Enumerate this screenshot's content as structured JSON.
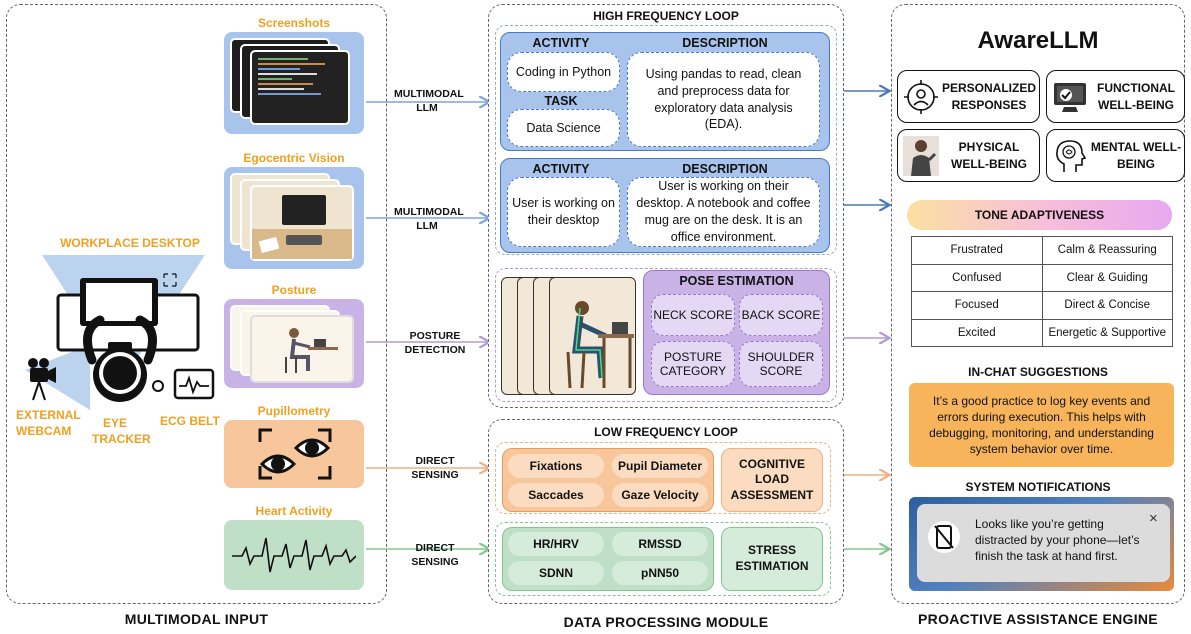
{
  "sections": {
    "input": "MULTIMODAL INPUT",
    "processing": "DATA PROCESSING MODULE",
    "engine": "PROACTIVE ASSISTANCE ENGINE"
  },
  "input": {
    "workplace": "WORKPLACE DESKTOP",
    "webcam": "EXTERNAL WEBCAM",
    "eye_tracker": "EYE TRACKER",
    "ecg": "ECG BELT",
    "cards": {
      "screenshots": "Screenshots",
      "ego": "Egocentric Vision",
      "posture": "Posture",
      "pupil": "Pupillometry",
      "heart": "Heart Activity"
    }
  },
  "arrows": {
    "a1": "MULTIMODAL LLM",
    "a2": "MULTIMODAL LLM",
    "a3": "POSTURE DETECTION",
    "a4": "DIRECT SENSING",
    "a5": "DIRECT SENSING"
  },
  "high_loop": {
    "title": "HIGH FREQUENCY LOOP",
    "box1": {
      "activity_h": "ACTIVITY",
      "desc_h": "DESCRIPTION",
      "activity": "Coding in Python",
      "task_h": "TASK",
      "task": "Data Science",
      "description": "Using pandas to read, clean and preprocess data for exploratory data analysis (EDA)."
    },
    "box2": {
      "activity_h": "ACTIVITY",
      "desc_h": "DESCRIPTION",
      "activity": "User is working on their desktop",
      "description": "User is working on their desktop. A notebook and coffee mug are on the desk. It is an office environment."
    },
    "pose": {
      "title": "POSE ESTIMATION",
      "neck": "NECK SCORE",
      "back": "BACK SCORE",
      "category": "POSTURE CATEGORY",
      "shoulder": "SHOULDER SCORE"
    }
  },
  "low_loop": {
    "title": "LOW FREQUENCY LOOP",
    "eye": {
      "fixations": "Fixations",
      "pupil": "Pupil Diameter",
      "saccades": "Saccades",
      "gaze": "Gaze Velocity",
      "result": "COGNITIVE LOAD ASSESSMENT"
    },
    "heart": {
      "hr": "HR/HRV",
      "rmssd": "RMSSD",
      "sdnn": "SDNN",
      "pnn": "pNN50",
      "result": "STRESS ESTIMATION"
    }
  },
  "engine": {
    "title": "AwareLLM",
    "badges": {
      "personal": "PERSONALIZED RESPONSES",
      "functional": "FUNCTIONAL WELL-BEING",
      "physical": "PHYSICAL WELL-BEING",
      "mental": "MENTAL WELL-BEING"
    },
    "tone_title": "TONE ADAPTIVENESS",
    "tone_rows": [
      [
        "Frustrated",
        "Calm & Reassuring"
      ],
      [
        "Confused",
        "Clear & Guiding"
      ],
      [
        "Focused",
        "Direct & Concise"
      ],
      [
        "Excited",
        "Energetic & Supportive"
      ]
    ],
    "suggest_title": "IN-CHAT SUGGESTIONS",
    "suggestion": "It’s a good practice to log key events and errors during execution. This helps with debugging, monitoring, and understanding system behavior over time.",
    "notif_title": "SYSTEM NOTIFICATIONS",
    "notification": "Looks like you’re getting distracted by your phone—let’s finish the task at hand first.",
    "close": "×"
  },
  "colors": {
    "blue": "#a8c4ec",
    "purple": "#c9b3e6",
    "orange": "#f7c79b",
    "green": "#bfe0c6",
    "accent": "#f0a020"
  }
}
